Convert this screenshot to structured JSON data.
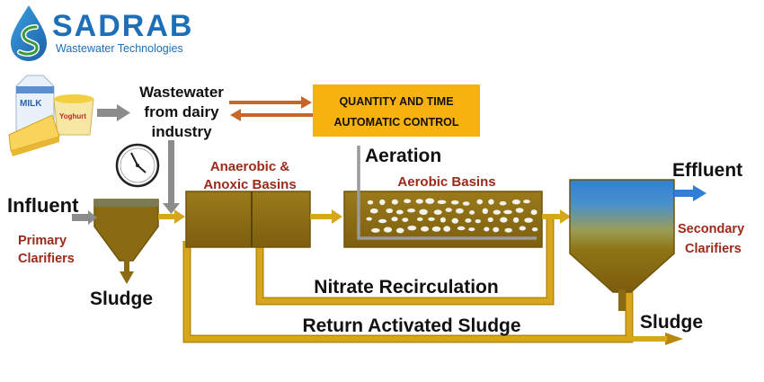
{
  "logo": {
    "brand": "SADRAB",
    "tagline": "Wastewater Technologies"
  },
  "labels": {
    "wastewater_source": [
      "Wastewater",
      "from dairy",
      "industry"
    ],
    "control_box": [
      "QUANTITY AND TIME",
      "AUTOMATIC CONTROL"
    ],
    "influent": "Influent",
    "primary_clarifiers": [
      "Primary",
      "Clarifiers"
    ],
    "sludge_primary": "Sludge",
    "anaerobic_anoxic": [
      "Anaerobic &",
      "Anoxic Basins"
    ],
    "aeration": "Aeration",
    "aerobic_basins": "Aerobic Basins",
    "effluent": "Effluent",
    "secondary_clarifiers": [
      "Secondary",
      "Clarifiers"
    ],
    "nitrate_recirculation": "Nitrate Recirculation",
    "return_activated_sludge": "Return Activated Sludge",
    "sludge_secondary": "Sludge",
    "yogurt_label": "Yoghurt",
    "milk_label": "MILK"
  },
  "colors": {
    "sludge": "#8a6a12",
    "pipe": "#d7a61a",
    "pipe_dark": "#b9870e",
    "control_box": "#f7b20f",
    "water_blue": "#2f7fd6",
    "arrow_grey": "#8c8c8c",
    "arrow_orange": "#c8662a",
    "text_red": "#9b2a1a"
  }
}
